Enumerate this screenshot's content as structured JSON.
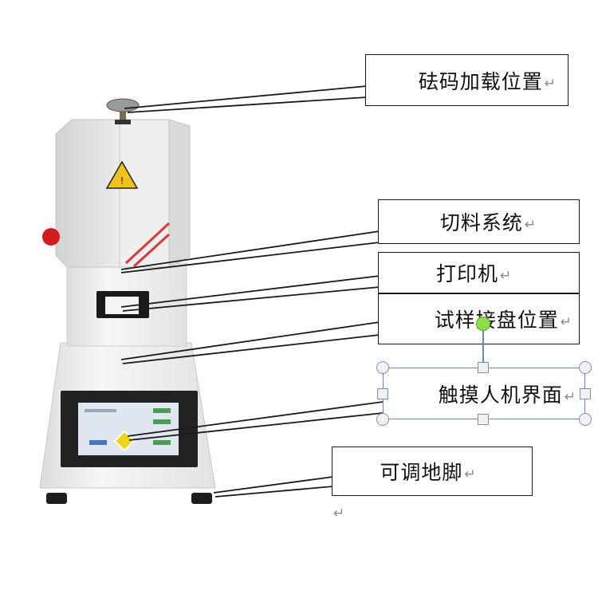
{
  "labels": {
    "weight_position": "砝码加载位置",
    "cutting_system": "切料系统",
    "printer": "打印机",
    "sample_tray_position": "试样接盘位置",
    "touch_interface": "触摸人机界面",
    "adjustable_feet": "可调地脚"
  },
  "paragraph_mark": "↵",
  "colors": {
    "machine_body": "#ececec",
    "leader_line": "#1a1a1a",
    "warning_yellow": "#f1c21b",
    "knob_red": "#d21e1e",
    "accent_stripe": "#d63a3a",
    "selection_blue": "#6b86b8",
    "rotate_green": "#8de04a"
  },
  "icons": [
    "warning-triangle-icon",
    "paragraph-mark-icon"
  ]
}
